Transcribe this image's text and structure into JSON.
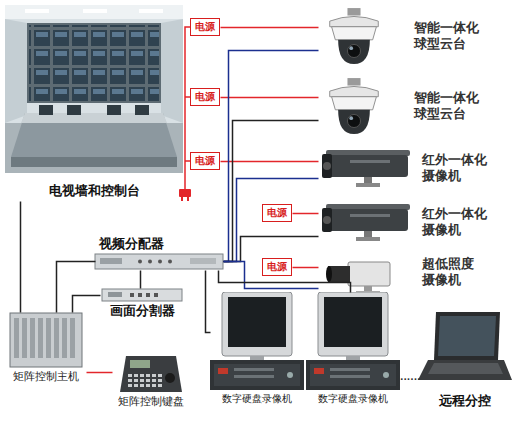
{
  "diagram": {
    "nodes": [
      {
        "text": [
          "电视墙和控制台"
        ]
      },
      {
        "text": [
          "电源"
        ]
      },
      {
        "text": [
          "电源"
        ]
      },
      {
        "text": [
          "电源"
        ]
      },
      {
        "text": [
          "电源"
        ]
      },
      {
        "text": [
          "电源"
        ]
      },
      {
        "text": [
          "智能一体化 球型云台"
        ]
      },
      {
        "text": [
          "智能一体化 球型云台"
        ]
      },
      {
        "text": [
          "红外一体化 摄像机"
        ]
      },
      {
        "text": [
          "红外一体化 摄像机"
        ]
      },
      {
        "text": [
          "超低照度 摄像机"
        ]
      },
      {
        "text": [
          "视频分配器"
        ]
      },
      {
        "text": [
          "画面分割器"
        ]
      },
      {
        "text": [
          "矩阵控制主机"
        ]
      },
      {
        "text": [
          "矩阵控制键盘"
        ]
      },
      {
        "text": [
          "数字硬盘录像机"
        ]
      },
      {
        "text": [
          "数字硬盘录像机"
        ]
      },
      {
        "text": [
          "远程分控"
        ]
      }
    ],
    "edges": [
      {
        "from": 1,
        "to": 6,
        "arrow": "none"
      },
      {
        "from": 2,
        "to": 7,
        "arrow": "none"
      },
      {
        "from": 3,
        "to": 8,
        "arrow": "none"
      },
      {
        "from": 4,
        "to": 9,
        "arrow": "none"
      },
      {
        "from": 5,
        "to": 10,
        "arrow": "none"
      },
      {
        "from": 6,
        "to": 11,
        "arrow": "none"
      },
      {
        "from": 7,
        "to": 11,
        "arrow": "none"
      },
      {
        "from": 8,
        "to": 11,
        "arrow": "none"
      },
      {
        "from": 9,
        "to": 11,
        "arrow": "none"
      },
      {
        "from": 10,
        "to": 11,
        "arrow": "none"
      },
      {
        "from": 11,
        "to": 12,
        "arrow": "none"
      },
      {
        "from": 11,
        "to": 13,
        "arrow": "none"
      },
      {
        "from": 12,
        "to": 13,
        "arrow": "none"
      },
      {
        "from": 0,
        "to": 13,
        "arrow": "none"
      },
      {
        "from": 13,
        "to": 14,
        "arrow": "none"
      },
      {
        "from": 11,
        "to": 15,
        "arrow": "none"
      },
      {
        "from": 11,
        "to": 16,
        "arrow": "none"
      }
    ],
    "labels": [
      "......"
    ]
  }
}
